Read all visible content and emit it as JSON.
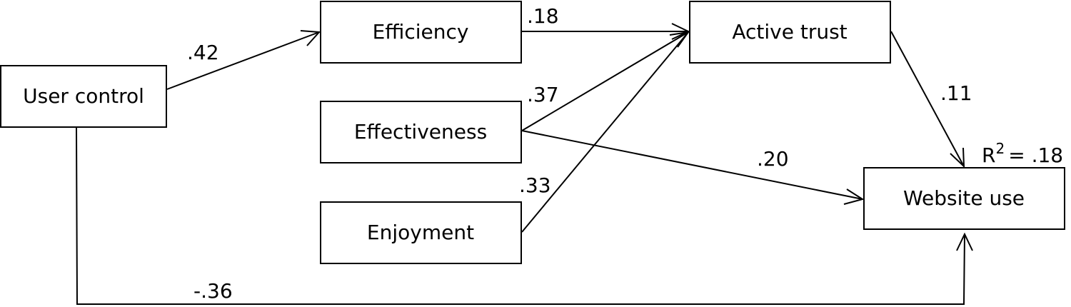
{
  "nodes": {
    "user_control": {
      "label": "User control"
    },
    "efficiency": {
      "label": "Efficiency"
    },
    "effectiveness": {
      "label": "Effectiveness"
    },
    "enjoyment": {
      "label": "Enjoyment"
    },
    "active_trust": {
      "label": "Active trust"
    },
    "website_use": {
      "label": "Website use"
    }
  },
  "edges": {
    "user_control_to_efficiency": {
      "label": ".42"
    },
    "efficiency_to_active_trust": {
      "label": ".18"
    },
    "effectiveness_to_active_trust": {
      "label": ".37"
    },
    "enjoyment_to_active_trust": {
      "label": ".33"
    },
    "effectiveness_to_website_use": {
      "label": ".20"
    },
    "active_trust_to_website_use": {
      "label": ".11"
    },
    "user_control_to_website_use": {
      "label": "-.36"
    }
  },
  "r_squared": {
    "symbol": "R",
    "superscript": "2",
    "value": "= .18"
  }
}
